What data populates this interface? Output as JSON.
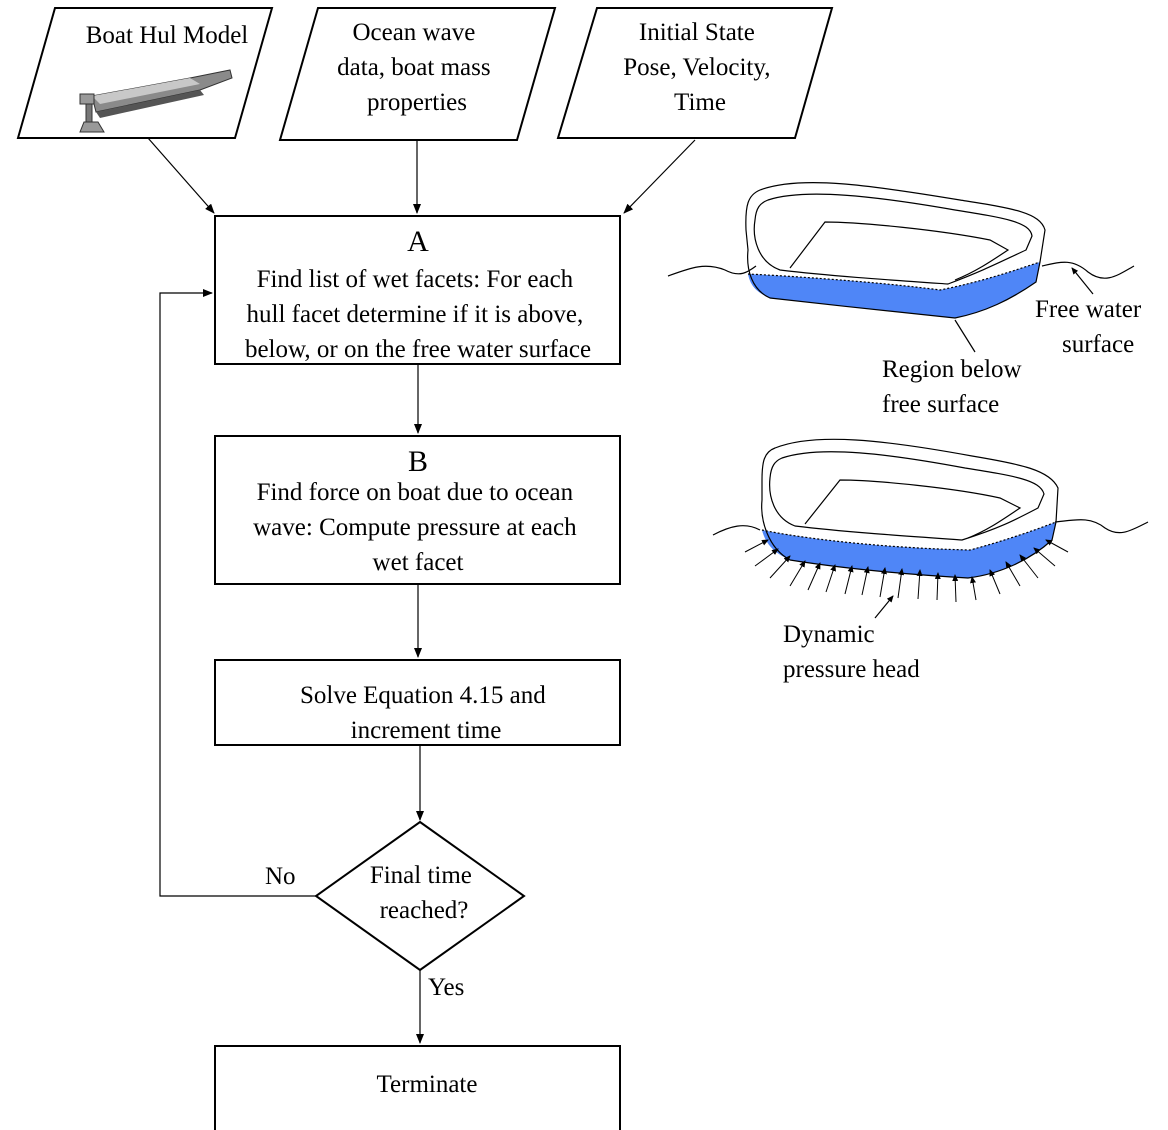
{
  "inputs": {
    "hull_model": [
      "Boat Hul Model"
    ],
    "wave_data": [
      "Ocean wave",
      "data, boat mass",
      "properties"
    ],
    "initial_state": [
      "Initial State",
      "Pose, Velocity,",
      "Time"
    ]
  },
  "steps": {
    "a": {
      "letter": "A",
      "lines": [
        "Find list of wet facets: For each",
        "hull facet determine if it is above,",
        "below, or on the free water surface"
      ]
    },
    "b": {
      "letter": "B",
      "lines": [
        "Find force on boat due to ocean",
        "wave: Compute pressure at each",
        "wet facet"
      ]
    },
    "solve": {
      "lines": [
        "Solve Equation 4.15 and",
        "increment time"
      ]
    },
    "decision": {
      "lines": [
        "Final time",
        "reached?"
      ]
    },
    "terminate": {
      "lines": [
        "Terminate"
      ]
    }
  },
  "branches": {
    "no": "No",
    "yes": "Yes"
  },
  "illustrations": {
    "top": {
      "labels": {
        "free_water_surface": [
          "Free water",
          "surface"
        ],
        "region_below": [
          "Region below",
          "free surface"
        ]
      }
    },
    "bottom": {
      "labels": {
        "dynamic_pressure": [
          "Dynamic",
          "pressure head"
        ]
      }
    }
  },
  "colors": {
    "water": "#4f86f7",
    "line": "#000000"
  }
}
